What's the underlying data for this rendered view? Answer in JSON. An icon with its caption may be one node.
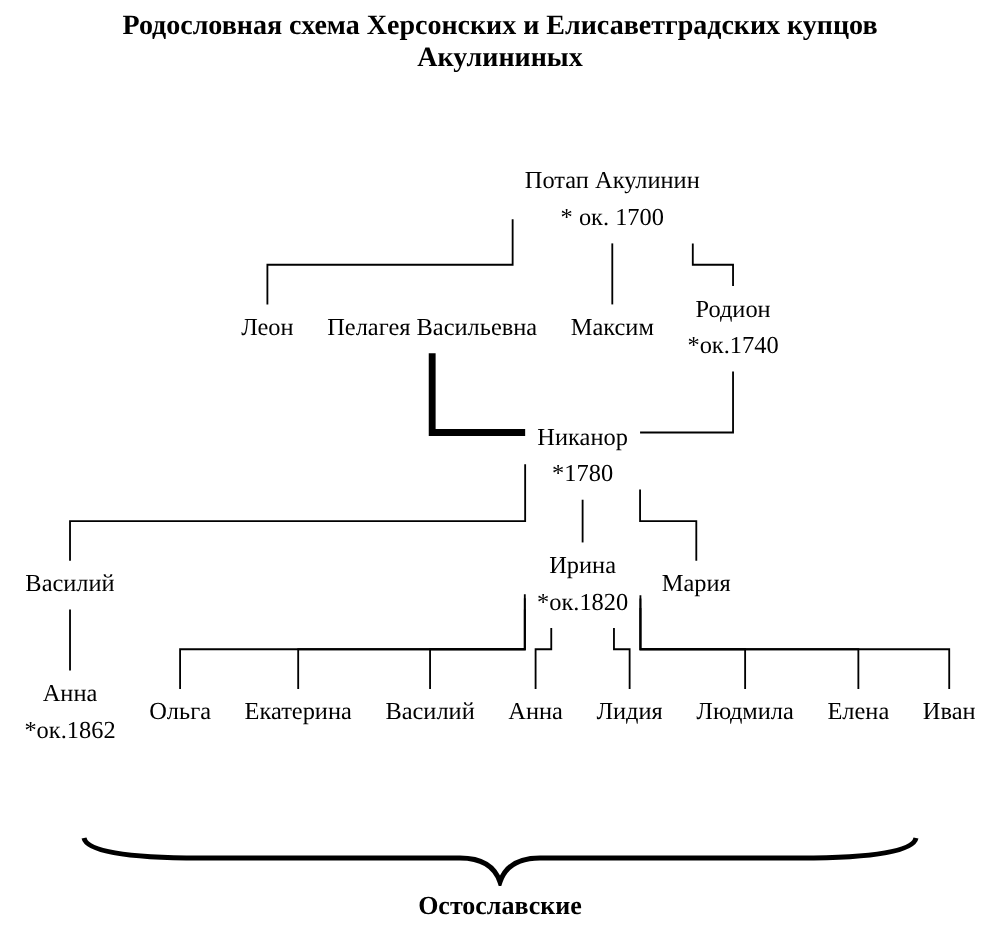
{
  "diagram": {
    "title": "Родословная схема Херсонских и Елисаветградских купцов Акулининых",
    "nodes": [
      {
        "text": [
          "Потап Акулинин",
          "* ок. 1700"
        ]
      },
      {
        "text": [
          "Леон"
        ]
      },
      {
        "text": [
          "Родион",
          "*ок.1740"
        ]
      },
      {
        "text": [
          "Максим"
        ]
      },
      {
        "text": [
          "Пелагея Васильевна"
        ]
      },
      {
        "text": [
          "Никанор",
          "*1780"
        ]
      },
      {
        "text": [
          "Василий"
        ]
      },
      {
        "text": [
          "Ирина",
          "*ок.1820"
        ]
      },
      {
        "text": [
          "Мария"
        ]
      },
      {
        "text": [
          "Анна",
          "*ок.1862"
        ]
      },
      {
        "text": [
          "Ольга"
        ]
      },
      {
        "text": [
          "Екатерина"
        ]
      },
      {
        "text": [
          "Василий"
        ]
      },
      {
        "text": [
          "Анна"
        ]
      },
      {
        "text": [
          "Лидия"
        ]
      },
      {
        "text": [
          "Людмила"
        ]
      },
      {
        "text": [
          "Елена"
        ]
      },
      {
        "text": [
          "Иван"
        ]
      }
    ],
    "edges": [
      {
        "from": 0,
        "to": 1,
        "arrow": "none"
      },
      {
        "from": 0,
        "to": 2,
        "arrow": "none"
      },
      {
        "from": 0,
        "to": 3,
        "arrow": "none"
      },
      {
        "from": 4,
        "to": 5,
        "arrow": "none",
        "style": "thick"
      },
      {
        "from": 2,
        "to": 5,
        "arrow": "none"
      },
      {
        "from": 5,
        "to": 6,
        "arrow": "none"
      },
      {
        "from": 5,
        "to": 7,
        "arrow": "none"
      },
      {
        "from": 5,
        "to": 8,
        "arrow": "none"
      },
      {
        "from": 6,
        "to": 9,
        "arrow": "none"
      },
      {
        "from": 7,
        "to": 10,
        "arrow": "none"
      },
      {
        "from": 7,
        "to": 11,
        "arrow": "none"
      },
      {
        "from": 7,
        "to": 12,
        "arrow": "none"
      },
      {
        "from": 7,
        "to": 13,
        "arrow": "none"
      },
      {
        "from": 7,
        "to": 14,
        "arrow": "none"
      },
      {
        "from": 7,
        "to": 15,
        "arrow": "none"
      },
      {
        "from": 7,
        "to": 16,
        "arrow": "none"
      },
      {
        "from": 7,
        "to": 17,
        "arrow": "none"
      }
    ],
    "labels": [
      "Остославские"
    ]
  }
}
